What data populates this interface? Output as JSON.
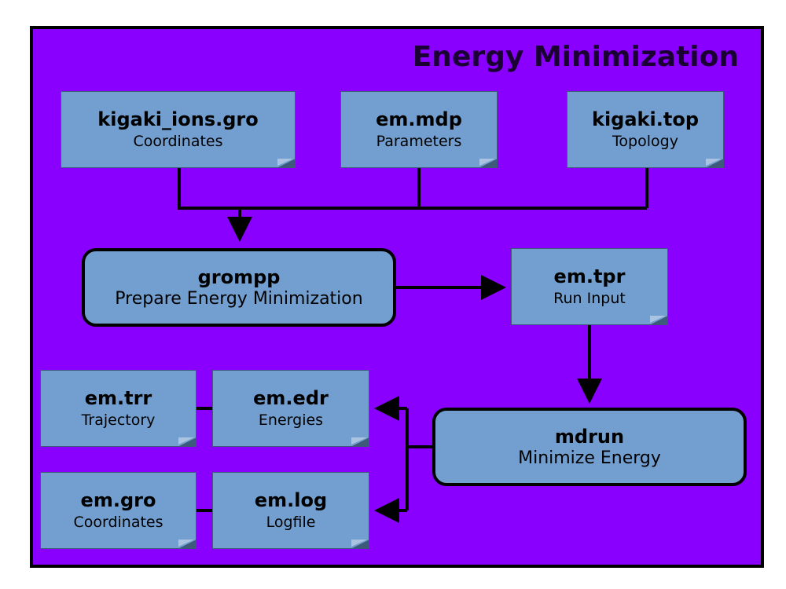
{
  "title": "Energy Minimization",
  "colors": {
    "background": "#8a00ff",
    "box": "#729fcf",
    "border": "#000000"
  },
  "nodes": {
    "kigaki_ions_gro": {
      "name": "kigaki_ions.gro",
      "desc": "Coordinates"
    },
    "em_mdp": {
      "name": "em.mdp",
      "desc": "Parameters"
    },
    "kigaki_top": {
      "name": "kigaki.top",
      "desc": "Topology"
    },
    "grompp": {
      "name": "grompp",
      "desc": "Prepare Energy Minimization"
    },
    "em_tpr": {
      "name": "em.tpr",
      "desc": "Run Input"
    },
    "mdrun": {
      "name": "mdrun",
      "desc": "Minimize Energy"
    },
    "em_trr": {
      "name": "em.trr",
      "desc": "Trajectory"
    },
    "em_edr": {
      "name": "em.edr",
      "desc": "Energies"
    },
    "em_gro": {
      "name": "em.gro",
      "desc": "Coordinates"
    },
    "em_log": {
      "name": "em.log",
      "desc": "Logfile"
    }
  },
  "edges": [
    {
      "from": "kigaki_ions.gro",
      "to": "grompp"
    },
    {
      "from": "em.mdp",
      "to": "grompp"
    },
    {
      "from": "kigaki.top",
      "to": "grompp"
    },
    {
      "from": "grompp",
      "to": "em.tpr"
    },
    {
      "from": "em.tpr",
      "to": "mdrun"
    },
    {
      "from": "mdrun",
      "to": "em.edr"
    },
    {
      "from": "mdrun",
      "to": "em.log"
    },
    {
      "from": "em.edr",
      "to": "em.trr"
    },
    {
      "from": "em.log",
      "to": "em.gro"
    }
  ]
}
